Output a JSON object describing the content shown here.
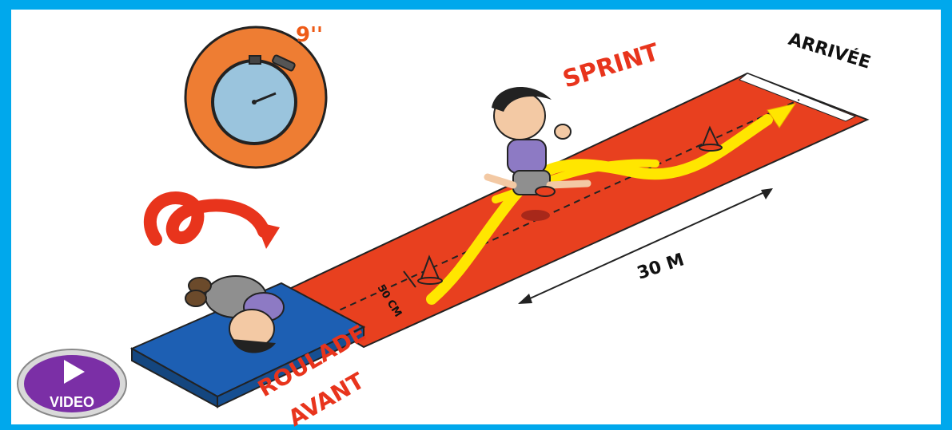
{
  "labels": {
    "timer": "9''",
    "sprint": "SPRINT",
    "arrivee": "ARRIVÉE",
    "distance": "30 M",
    "gap": "50 CM",
    "roulade": "ROULADE",
    "avant": "AVANT"
  },
  "video": {
    "label": "VIDEO"
  },
  "colors": {
    "frame": "#00a8ec",
    "track": "#e8401f",
    "label_red": "#e8341c",
    "path_yellow": "#ffe600",
    "mat_blue": "#1d5fb3",
    "video_purple": "#7b2fa6"
  },
  "icons": [
    "stopwatch-icon",
    "roll-arrow-icon",
    "play-icon",
    "cone-icon"
  ]
}
